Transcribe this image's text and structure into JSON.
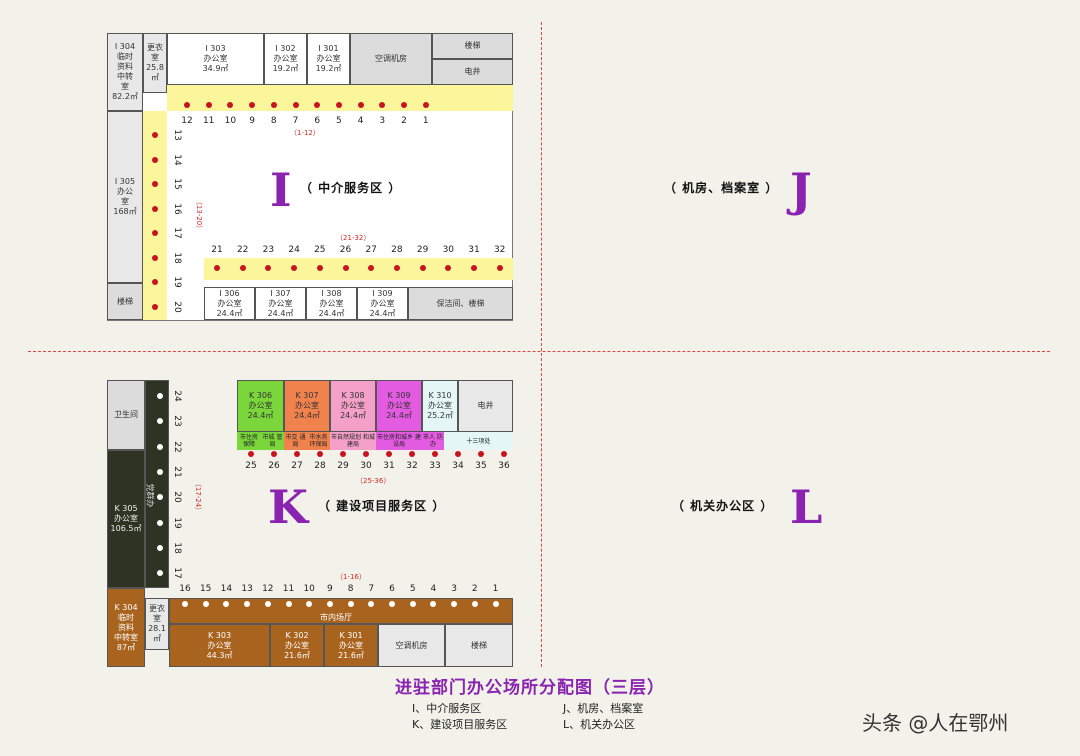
{
  "title": "进驻部门办公场所分配图（三层）",
  "legend": {
    "i": "I、中介服务区",
    "j": "J、机房、档案室",
    "k": "K、建设项目服务区",
    "l": "L、机关办公区"
  },
  "watermark": "头条 @人在鄂州",
  "zones": {
    "i": {
      "letter": "I",
      "name": "（ 中介服务区 ）"
    },
    "j": {
      "letter": "J",
      "name": "（ 机房、档案室 ）"
    },
    "k": {
      "letter": "K",
      "name": "（ 建设项目服务区 ）"
    },
    "l": {
      "letter": "L",
      "name": "（ 机关办公区 ）"
    }
  },
  "i_rooms": {
    "i304": "I 304\n临时\n资料\n中转\n室\n82.2㎡",
    "gengyi": "更衣\n室\n25.8㎡",
    "i303": "I 303\n办公室\n34.9㎡",
    "i302": "I 302\n办公室\n19.2㎡",
    "i301": "I 301\n办公室\n19.2㎡",
    "kongtiao": "空调机房",
    "louti": "楼梯",
    "dianjing": "电井",
    "i305": "I 305\n办公\n室\n168㎡",
    "loutiLeft": "楼梯",
    "i306": "I 306\n办公室\n24.4㎡",
    "i307": "I 307\n办公室\n24.4㎡",
    "i308": "I 308\n办公室\n24.4㎡",
    "i309": "I 309\n办公室\n24.4㎡",
    "baojie": "保洁间、楼梯"
  },
  "i_top_numbers": [
    "12",
    "11",
    "10",
    "9",
    "8",
    "7",
    "6",
    "5",
    "4",
    "3",
    "2",
    "1"
  ],
  "i_left_numbers": [
    "13",
    "14",
    "15",
    "16",
    "17",
    "18",
    "19",
    "20"
  ],
  "i_bottom_numbers": [
    "21",
    "22",
    "23",
    "24",
    "25",
    "26",
    "27",
    "28",
    "29",
    "30",
    "31",
    "32"
  ],
  "i_ranges": {
    "top": "（1-12）",
    "left": "（13-20）",
    "bottom": "（21-32）"
  },
  "k_rooms": {
    "weishengjian": "卫生间",
    "k305": "K 305\n办公室\n106.5㎡",
    "dangban": "党群办",
    "k304": "K 304\n临时\n资料\n中转室\n87㎡",
    "gengyi": "更衣\n室\n28.1㎡",
    "k306": "K 306\n办公室\n24.4㎡",
    "k307": "K 307\n办公室\n24.4㎡",
    "k308": "K 308\n办公室\n24.4㎡",
    "k309": "K 309\n办公室\n24.4㎡",
    "k310": "K 310\n办公室\n25.2㎡",
    "dianjing": "电井",
    "shinei": "市内场厅",
    "k303": "K 303\n办公室\n44.3㎡",
    "k302": "K 302\n办公室\n21.6㎡",
    "k301": "K 301\n办公室\n21.6㎡",
    "kongtiao": "空调机房",
    "louti": "楼梯"
  },
  "k_sub_labels": [
    "市住房\n保障",
    "市城\n管局",
    "市交\n通局",
    "市水务\n环保局",
    "市自然规划\n和城建局",
    "市住房和城乡\n建设局",
    "市人\n防办",
    "十三项处"
  ],
  "k_right_numbers": [
    "24",
    "23",
    "22",
    "21",
    "20",
    "19",
    "18",
    "17"
  ],
  "k_top_numbers": [
    "25",
    "26",
    "27",
    "28",
    "29",
    "30",
    "31",
    "32",
    "33",
    "34",
    "35",
    "36"
  ],
  "k_bottom_numbers": [
    "16",
    "15",
    "14",
    "13",
    "12",
    "11",
    "10",
    "9",
    "8",
    "7",
    "6",
    "5",
    "4",
    "3",
    "2",
    "1"
  ],
  "k_ranges": {
    "top": "（25-36）",
    "right": "（17-24）",
    "bottom": "（1-16）"
  },
  "colors": {
    "yellow": "#fbf59b",
    "brown": "#a8631f",
    "dark": "#2f3324",
    "dot": "#c8141e",
    "zone": "#8a23b0",
    "green": "#7ad63a",
    "orange": "#f0834d",
    "pink": "#f4a0c8",
    "magenta": "#e35be0"
  }
}
